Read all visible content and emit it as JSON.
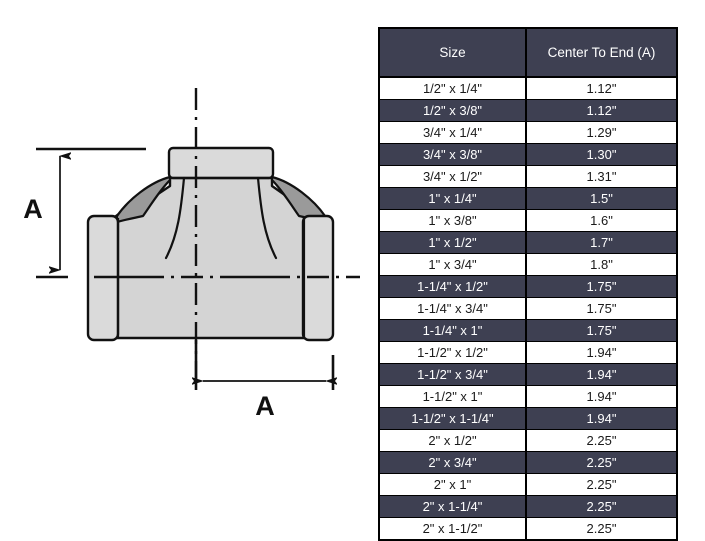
{
  "diagram": {
    "title": "pipe-tee-fitting-dimension-drawing",
    "labels": {
      "vertical_dimension": "A",
      "horizontal_dimension": "A"
    },
    "colors": {
      "body_fill": "#d4d4d4",
      "socket_fill": "#d9d9d9",
      "shoulder_shade": "#9a9a9a",
      "outline": "#111111"
    }
  },
  "table": {
    "columns": [
      "Size",
      "Center To End (A)"
    ],
    "header_bg": "#3e4052",
    "header_fg": "#ffffff",
    "alt_row_bg": "#3e4052",
    "rows": [
      {
        "size": "1/2\" x 1/4\"",
        "center_to_end": "1.12\""
      },
      {
        "size": "1/2\" x 3/8\"",
        "center_to_end": "1.12\""
      },
      {
        "size": "3/4\" x 1/4\"",
        "center_to_end": "1.29\""
      },
      {
        "size": "3/4\" x 3/8\"",
        "center_to_end": "1.30\""
      },
      {
        "size": "3/4\" x 1/2\"",
        "center_to_end": "1.31\""
      },
      {
        "size": "1\" x 1/4\"",
        "center_to_end": "1.5\""
      },
      {
        "size": "1\" x 3/8\"",
        "center_to_end": "1.6\""
      },
      {
        "size": "1\" x 1/2\"",
        "center_to_end": "1.7\""
      },
      {
        "size": "1\" x 3/4\"",
        "center_to_end": "1.8\""
      },
      {
        "size": "1-1/4\" x 1/2\"",
        "center_to_end": "1.75\""
      },
      {
        "size": "1-1/4\" x 3/4\"",
        "center_to_end": "1.75\""
      },
      {
        "size": "1-1/4\" x 1\"",
        "center_to_end": "1.75\""
      },
      {
        "size": "1-1/2\" x 1/2\"",
        "center_to_end": "1.94\""
      },
      {
        "size": "1-1/2\" x 3/4\"",
        "center_to_end": "1.94\""
      },
      {
        "size": "1-1/2\" x 1\"",
        "center_to_end": "1.94\""
      },
      {
        "size": "1-1/2\" x 1-1/4\"",
        "center_to_end": "1.94\""
      },
      {
        "size": "2\" x 1/2\"",
        "center_to_end": "2.25\""
      },
      {
        "size": "2\" x 3/4\"",
        "center_to_end": "2.25\""
      },
      {
        "size": "2\" x 1\"",
        "center_to_end": "2.25\""
      },
      {
        "size": "2\" x 1-1/4\"",
        "center_to_end": "2.25\""
      },
      {
        "size": "2\" x 1-1/2\"",
        "center_to_end": "2.25\""
      }
    ]
  }
}
